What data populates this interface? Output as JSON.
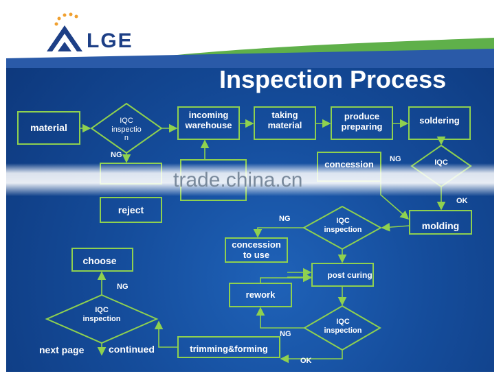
{
  "logo": {
    "text": "LGE"
  },
  "title": "Inspection Process",
  "nodes": {
    "material": "material",
    "iqc1": "IQC\ninspectio\nn",
    "incoming": "incoming\nwarehouse",
    "taking": "taking\nmaterial",
    "produce": "produce\npreparing",
    "soldering": "soldering",
    "concession_top": "concession",
    "iqc2": "IQC",
    "reject": "reject",
    "molding": "molding",
    "iqc3": "IQC\ninspection",
    "concession_use": "concession\nto use",
    "choose": "choose",
    "post_curing": "post curing",
    "rework": "rework",
    "iqc4": "IQC\ninspection",
    "iqc5": "IQC\ninspection",
    "trimming": "trimming&forming"
  },
  "edge_labels": {
    "ng_iqc1": "NG",
    "ng_soldering": "NG",
    "ok_soldering": "OK",
    "ng_iqc3": "NG",
    "ng_choose": "NG",
    "ng_iqc4": "NG",
    "ok_iqc4": "OK"
  },
  "bottom": {
    "next_page": "next page",
    "continued": "continued"
  },
  "watermark": "trade.china.cn",
  "colors": {
    "background": "#154d9c",
    "node_border": "#8fd14f",
    "accent_green": "#6cc04a",
    "logo_blue": "#1d3f86",
    "logo_orange": "#f0a030"
  }
}
